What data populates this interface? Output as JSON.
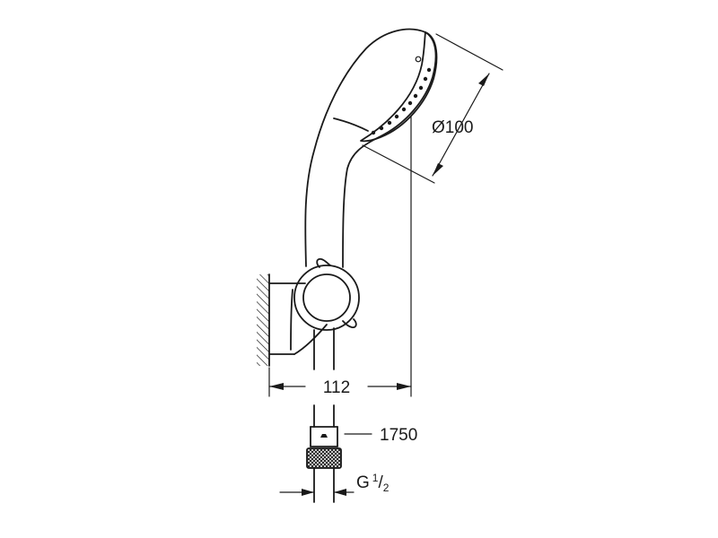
{
  "drawing": {
    "labels": {
      "diameter_symbol": "Ø",
      "diameter_value": "100",
      "width": "112",
      "hose_length": "1750",
      "thread_prefix": "G",
      "thread_numerator": "1",
      "thread_slash": "/",
      "thread_denominator": "2"
    },
    "colors": {
      "line": "#1a1a1a",
      "background": "#ffffff"
    }
  }
}
